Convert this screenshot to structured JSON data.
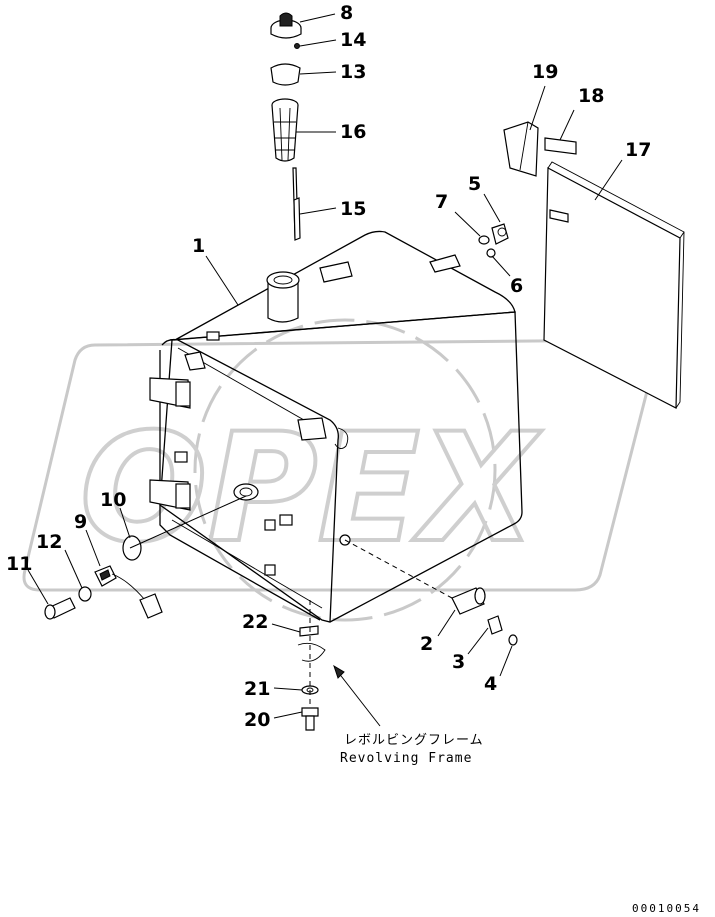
{
  "callouts": [
    {
      "label": "8"
    },
    {
      "label": "14"
    },
    {
      "label": "13"
    },
    {
      "label": "16"
    },
    {
      "label": "15"
    },
    {
      "label": "1"
    },
    {
      "label": "19"
    },
    {
      "label": "18"
    },
    {
      "label": "17"
    },
    {
      "label": "7"
    },
    {
      "label": "5"
    },
    {
      "label": "6"
    },
    {
      "label": "10"
    },
    {
      "label": "9"
    },
    {
      "label": "12"
    },
    {
      "label": "11"
    },
    {
      "label": "22"
    },
    {
      "label": "21"
    },
    {
      "label": "20"
    },
    {
      "label": "2"
    },
    {
      "label": "3"
    },
    {
      "label": "4"
    }
  ],
  "caption": {
    "japanese": "レボルビングフレーム",
    "english": "Revolving Frame"
  },
  "document_id": "00010054",
  "watermark": "OPEX"
}
